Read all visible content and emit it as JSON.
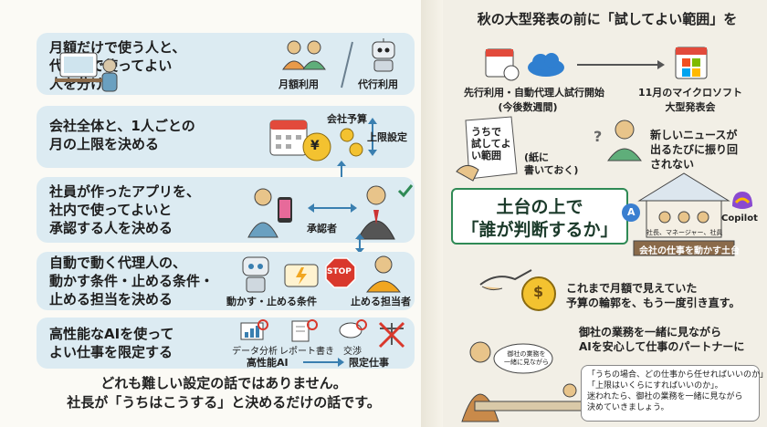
{
  "left": {
    "panels": [
      {
        "text_lines": [
          "月額だけで使う人と、",
          "代行まで使ってよい",
          "人を分ける"
        ],
        "labels": [
          "月額利用",
          "代行利用"
        ]
      },
      {
        "text_lines": [
          "会社全体と、1人ごとの",
          "月の上限を決める"
        ],
        "labels": [
          "会社予算",
          "上限設定"
        ]
      },
      {
        "text_lines": [
          "社員が作ったアプリを、",
          "社内で使ってよいと",
          "承認する人を決める"
        ],
        "labels": [
          "承認者"
        ]
      },
      {
        "text_lines": [
          "自動で動く代理人の、",
          "動かす条件・止める条件・",
          "止める担当を決める"
        ],
        "labels": [
          "動かす・止める条件",
          "止める担当者"
        ],
        "stop_sign": "STOP"
      },
      {
        "text_lines": [
          "高性能なAIを使って",
          "よい仕事を限定する"
        ],
        "labels": [
          "データ分析",
          "レポート書き",
          "交渉",
          "高性能AI",
          "限定仕事"
        ]
      }
    ],
    "footer_lines": [
      "どれも難しい設定の話ではありません。",
      "社長が「うちはこうする」と決めるだけの話です。"
    ]
  },
  "right": {
    "title": "秋の大型発表の前に「試してよい範囲」を",
    "timeline": {
      "left_lines": [
        "先行利用・自動代理人試行開始",
        "(今後数週間)"
      ],
      "right_lines": [
        "11月のマイクロソフト",
        "大型発表会"
      ]
    },
    "paper_note": [
      "うちで",
      "試してよ",
      "い範囲"
    ],
    "paper_caption": [
      "(紙に",
      "書いておく)"
    ],
    "news_lines": [
      "新しいニュースが",
      "出るたびに振り回",
      "されない"
    ],
    "foundation": {
      "title_lines": [
        "土台の上で",
        "「誰が判断するか」"
      ],
      "people_caption": "社長、マネージャー、社員",
      "copilot": "Copilot",
      "base_label": "会社の仕事を動かす土台",
      "a_badge": "A"
    },
    "budget_lines": [
      "これまで月額で見えていた",
      "予算の輪郭を、もう一度引き直す。"
    ],
    "coin_symbol": "$",
    "yen_symbol": "¥",
    "partner_lines": [
      "御社の業務を一緒に見ながら",
      "AIを安心して仕事のパートナーに"
    ],
    "small_bubble": [
      "御社の業務を",
      "一緒に見ながら"
    ],
    "quote_lines": [
      "「うちの場合、どの仕事から任せればいいのか」",
      "「上限はいくらにすればいいのか」。",
      "迷われたら、御社の業務を一緒に見ながら",
      "決めていきましょう。"
    ]
  }
}
